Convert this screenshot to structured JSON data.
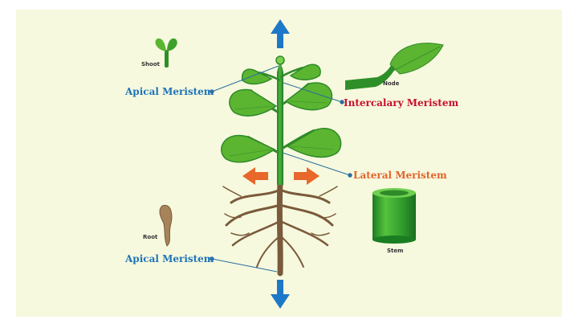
{
  "labels": {
    "shoot": "Shoot",
    "apical_top": "Apical Meristem",
    "node": "Node",
    "intercalary": "Intercalary Meristem",
    "lateral": "Lateral Meristem",
    "root": "Root",
    "apical_bottom": "Apical Meristem",
    "stem": "Stem"
  },
  "colors": {
    "background": "#f6f9de",
    "apical": "#1f74b9",
    "intercalary": "#c8102e",
    "lateral": "#e1632b",
    "leaf": "#5cb531",
    "leaf_dark": "#2f8a2a",
    "root": "#7a5a3a",
    "arrow_blue": "#1e78c8",
    "arrow_orange": "#e8672b"
  },
  "icons": [
    "arrow-up-icon",
    "arrow-down-icon",
    "arrow-left-icon",
    "arrow-right-icon",
    "shoot-icon",
    "node-leaf-icon",
    "root-icon",
    "stem-cylinder-icon",
    "plant-illustration"
  ]
}
